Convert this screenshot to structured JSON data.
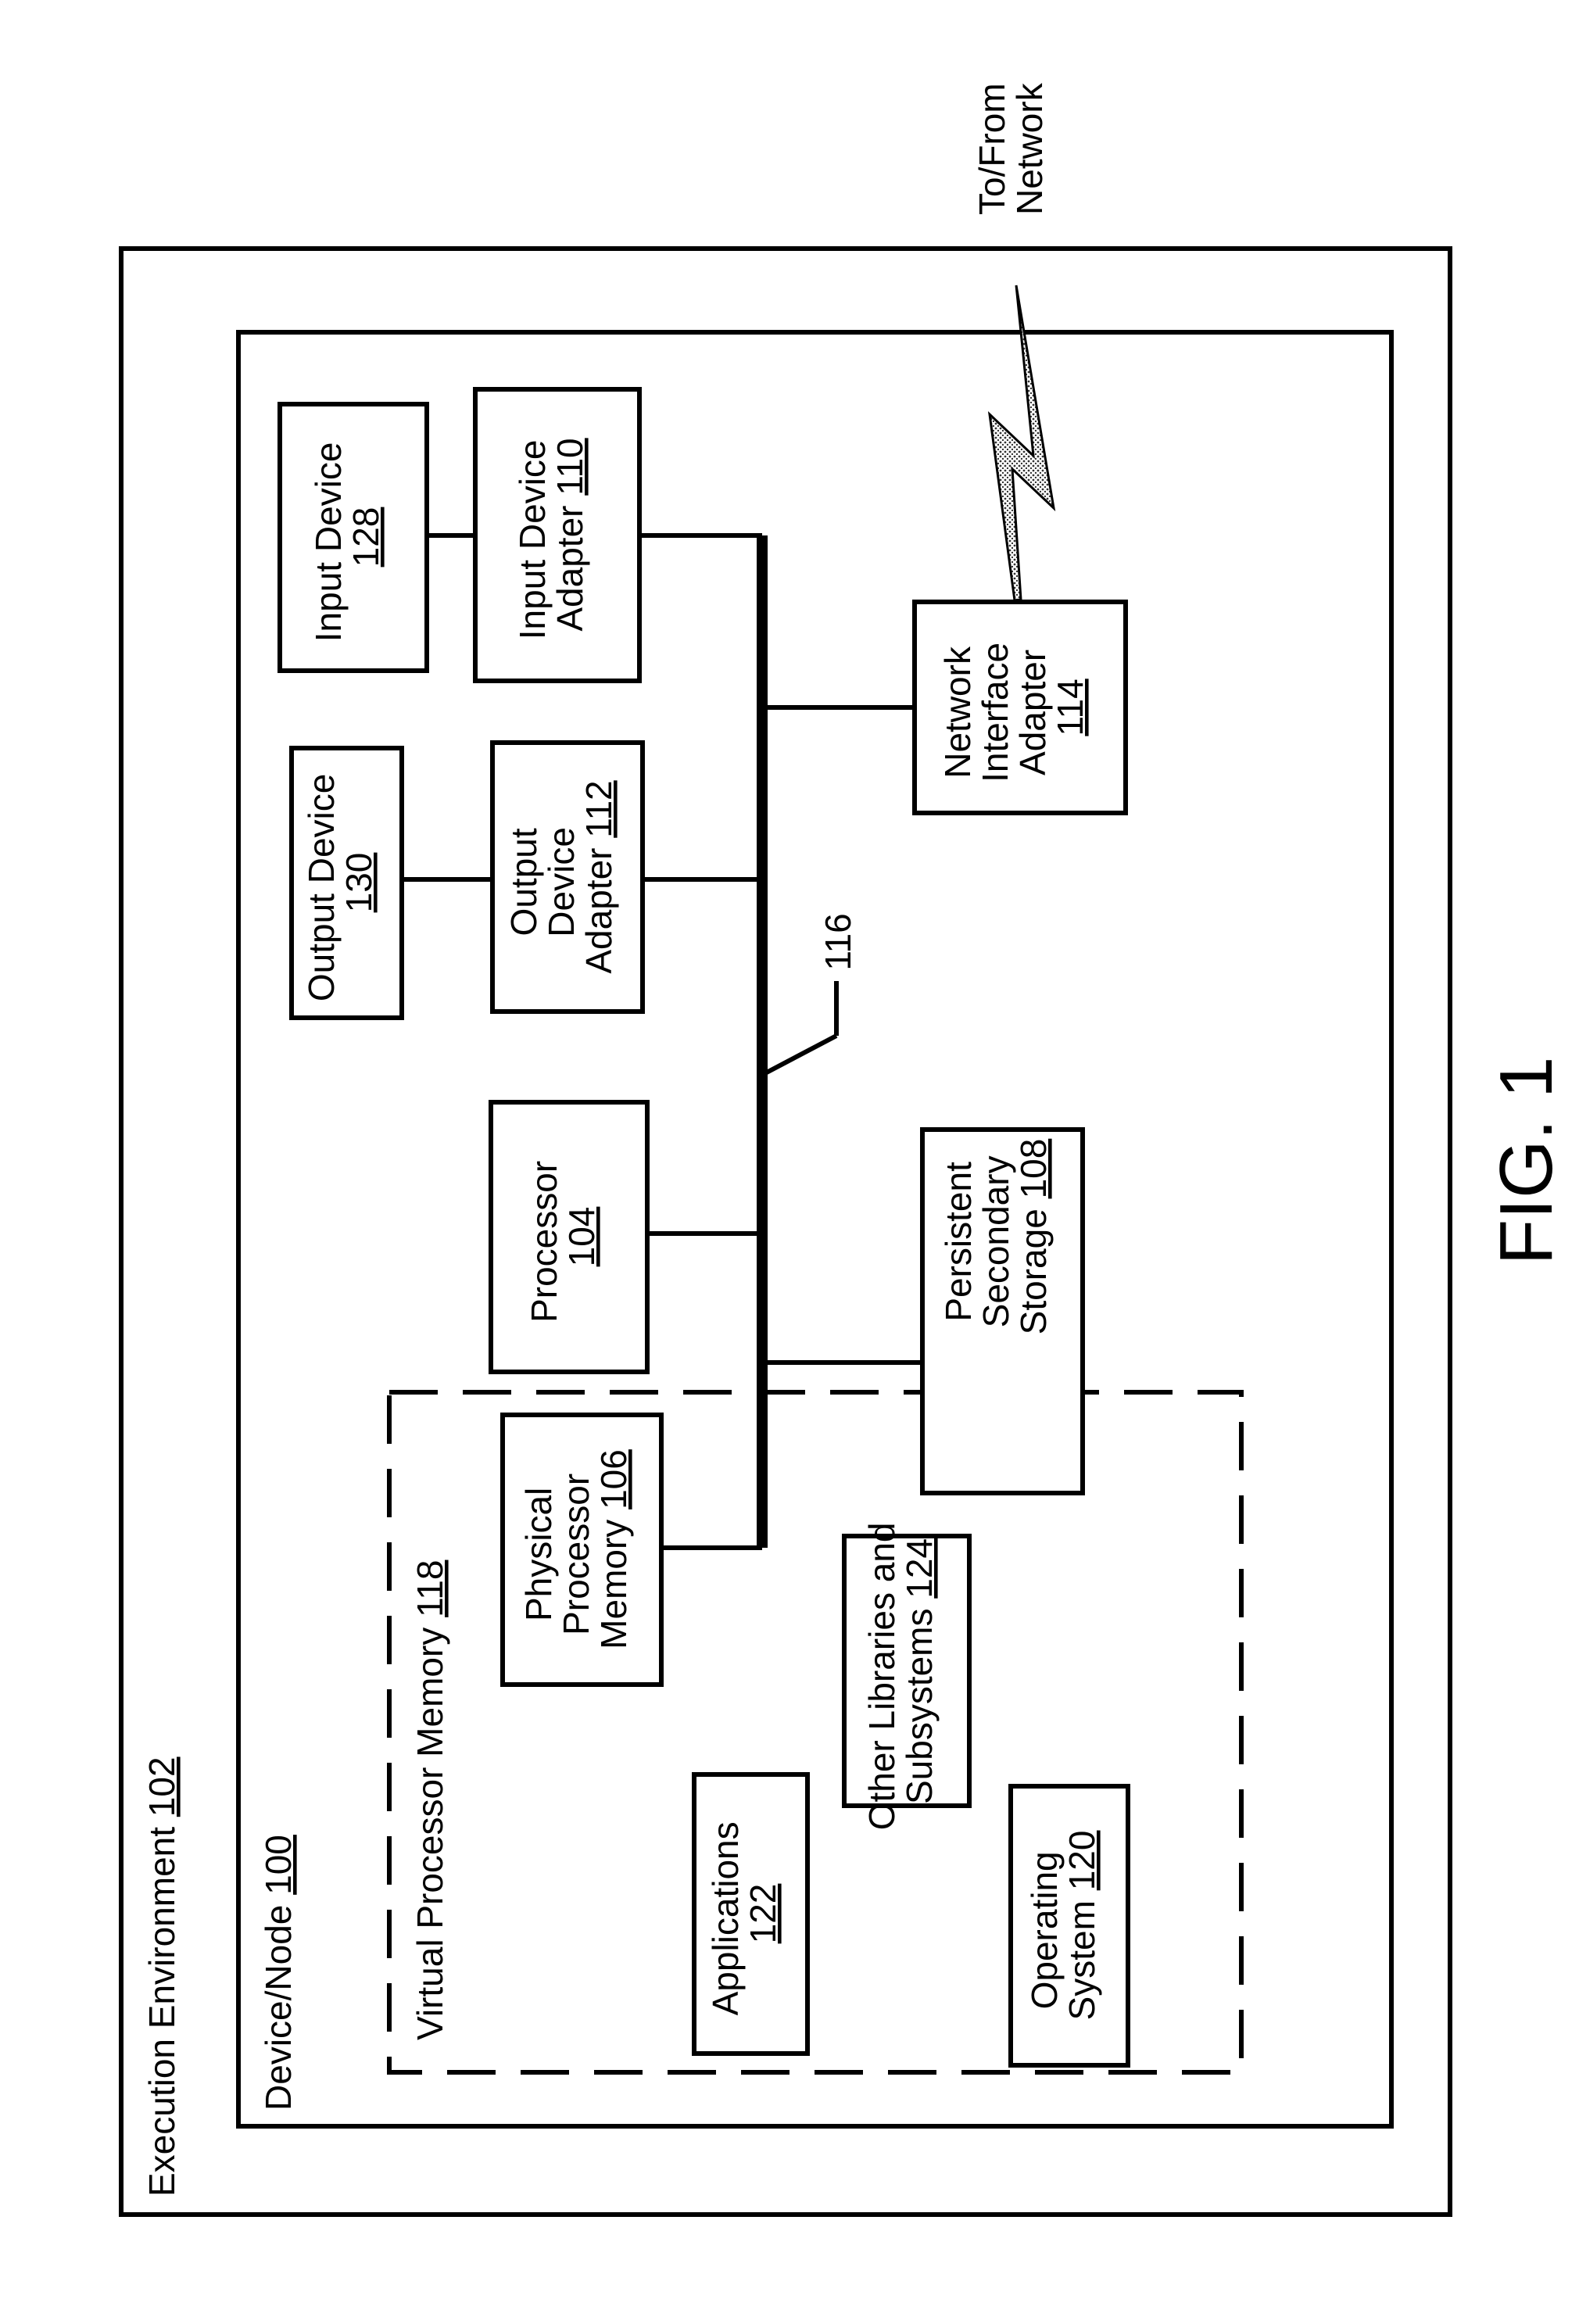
{
  "figure": {
    "caption": "FIG. 1",
    "execution_environment": {
      "text": "Execution Environment ",
      "ref": "102"
    },
    "device_node": {
      "text": "Device/Node ",
      "ref": "100"
    },
    "virtual_memory": {
      "text": "Virtual Processor Memory ",
      "ref": "118"
    },
    "bus_ref": "116",
    "network": {
      "line1": "To/From",
      "line2": "Network"
    },
    "input_device": {
      "line1": "Input Device",
      "ref": "128"
    },
    "input_device_adapter": {
      "line1": "Input Device",
      "line2_text": "Adapter ",
      "ref": "110"
    },
    "output_device": {
      "line1": "Output Device",
      "ref": "130"
    },
    "output_device_adapter": {
      "line1": "Output",
      "line2": "Device",
      "line3_text": "Adapter ",
      "ref": "112"
    },
    "network_interface_adapter": {
      "line1": "Network",
      "line2": "Interface",
      "line3": "Adapter",
      "ref": "114"
    },
    "processor": {
      "line1": "Processor",
      "ref": "104"
    },
    "persistent_storage": {
      "line1": "Persistent",
      "line2": "Secondary",
      "line3_text": "Storage ",
      "ref": "108"
    },
    "physical_memory": {
      "line1": "Physical",
      "line2": "Processor",
      "line3_text": "Memory ",
      "ref": "106"
    },
    "other_libraries": {
      "line1": "Other Libraries and",
      "line2_text": "Subsystems ",
      "ref": "124"
    },
    "applications": {
      "line1": "Applications",
      "ref": "122"
    },
    "operating_system": {
      "line1": "Operating",
      "line2_text": "System ",
      "ref": "120"
    }
  }
}
